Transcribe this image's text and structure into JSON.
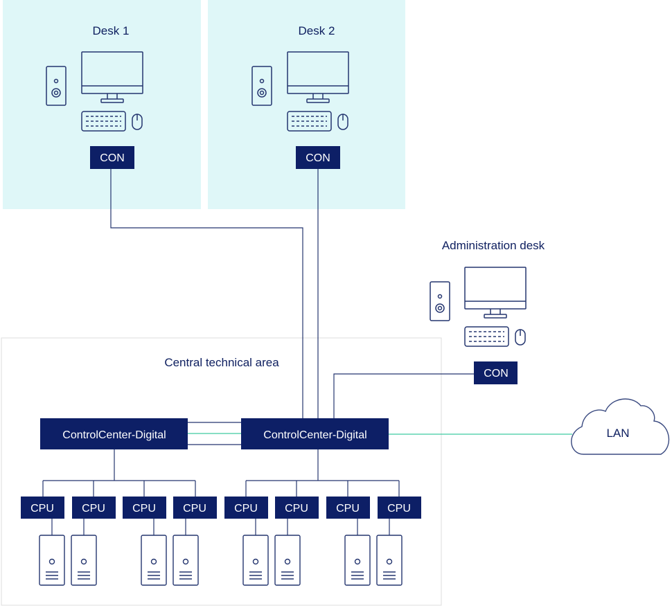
{
  "colors": {
    "navy": "#0d1f66",
    "line": "#24356f",
    "desk_bg": "#dff7f8",
    "area_border": "#dcdcdc",
    "green_line": "#3ec9a0",
    "cloud_border": "#3a4a80"
  },
  "desks": [
    {
      "title": "Desk 1",
      "con_label": "CON"
    },
    {
      "title": "Desk 2",
      "con_label": "CON"
    }
  ],
  "admin": {
    "title": "Administration desk",
    "con_label": "CON"
  },
  "central": {
    "title": "Central technical area",
    "switch_labels": [
      "ControlCenter-Digital",
      "ControlCenter-Digital"
    ],
    "cpu_labels": [
      "CPU",
      "CPU",
      "CPU",
      "CPU",
      "CPU",
      "CPU",
      "CPU",
      "CPU"
    ]
  },
  "network": {
    "label": "LAN"
  },
  "icons": {
    "monitor": "monitor-icon",
    "tower": "pc-tower-icon",
    "keyboard": "keyboard-icon",
    "mouse": "mouse-icon",
    "server": "server-tower-icon",
    "cloud": "cloud-icon"
  }
}
